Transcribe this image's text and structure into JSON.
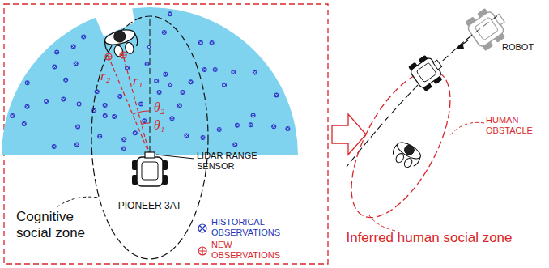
{
  "diagram": {
    "labels": [
      "r₂",
      "r₁",
      "θ₂",
      "θ₁",
      "LIDAR RANGE SENSOR",
      "PIONEER 3AT",
      "Cognitive social zone",
      "ROBOT",
      "HUMAN OBSTACLE",
      "Inferred human social zone"
    ],
    "legend": [
      {
        "text": "HISTORICAL OBSERVATIONS"
      },
      {
        "text": "NEW OBSERVATIONS"
      }
    ]
  }
}
